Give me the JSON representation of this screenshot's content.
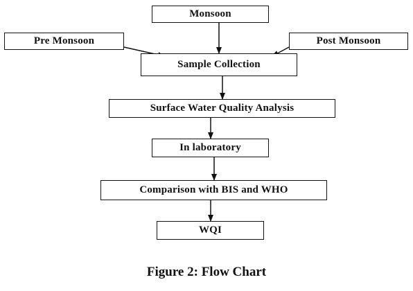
{
  "flowchart": {
    "nodes": {
      "monsoon": "Monsoon",
      "pre_monsoon": "Pre Monsoon",
      "post_monsoon": "Post Monsoon",
      "sample_collection": "Sample Collection",
      "surface_water_quality_analysis": "Surface Water Quality Analysis",
      "in_laboratory": "In laboratory",
      "comparison": "Comparison with BIS and WHO",
      "wqi": "WQI"
    },
    "edges": [
      {
        "from": "monsoon",
        "to": "sample_collection"
      },
      {
        "from": "pre_monsoon",
        "to": "sample_collection"
      },
      {
        "from": "post_monsoon",
        "to": "sample_collection"
      },
      {
        "from": "sample_collection",
        "to": "surface_water_quality_analysis"
      },
      {
        "from": "surface_water_quality_analysis",
        "to": "in_laboratory"
      },
      {
        "from": "in_laboratory",
        "to": "comparison"
      },
      {
        "from": "comparison",
        "to": "wqi"
      }
    ]
  },
  "caption": "Figure 2: Flow Chart"
}
